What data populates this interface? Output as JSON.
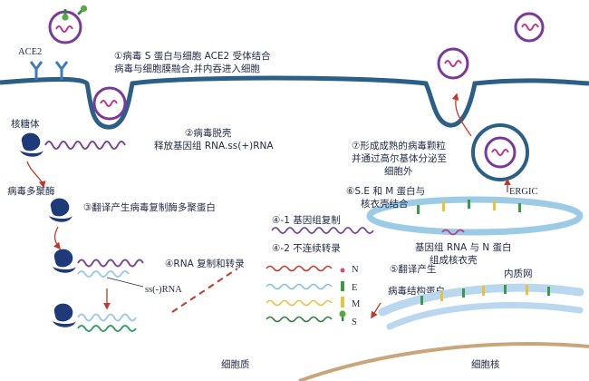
{
  "labels": {
    "ace2": "ACE2",
    "step1_line1": "①病毒 S 蛋白与细胞 ACE2 受体结合",
    "step1_line2": "病毒与细胞膜融合,并内吞进入细胞",
    "ribosome": "核糖体",
    "step2_line1": "②病毒脱壳",
    "step2_line2": "释放基因组 RNA.ss(+)RNA",
    "polymerase": "病毒多聚酶",
    "step3": "③翻译产生病毒复制酶多聚蛋白",
    "step4": "④RNA 复制和转录",
    "ss_minus": "ss(-)RNA",
    "step4_1": "④-1 基因组复制",
    "step4_2": "④-2 不连续转录",
    "step5": "⑤翻译产生",
    "structural_protein": "病毒结构蛋白",
    "er": "内质网",
    "nucleus": "细胞核",
    "cytoplasm": "细胞质",
    "step6_line1": "⑥S.E 和 M 蛋白与",
    "step6_line2": "核衣壳结合",
    "ergic": "ERGIC",
    "nucleocapsid_line1": "基因组 RNA 与 N 蛋白",
    "nucleocapsid_line2": "组成核衣壳",
    "step7_line1": "⑦形成成熟的病毒颗粒",
    "step7_line2": "并通过高尔基体分泌至",
    "step7_line3": "细胞外"
  },
  "legend": [
    {
      "letter": "N",
      "color": "#d84a7a"
    },
    {
      "letter": "E",
      "color": "#3a9a4a"
    },
    {
      "letter": "M",
      "color": "#e7c23a"
    },
    {
      "letter": "S",
      "color": "#2f8a3a"
    }
  ],
  "colors": {
    "membrane": "#2b5f86",
    "rna_purple": "#7a4a9a",
    "rna_light": "#9ccbe6",
    "rna_green": "#33a06a",
    "arrow_red": "#c0392b",
    "protein_dark": "#1f3a78",
    "spike_green": "#3f9a3f",
    "er_blue": "#b9d7ee"
  }
}
